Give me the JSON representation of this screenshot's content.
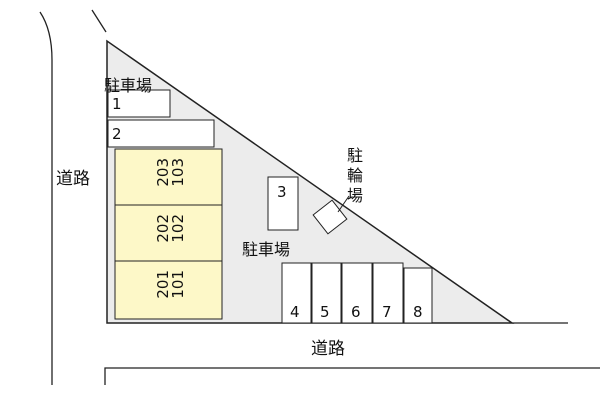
{
  "labels": {
    "road_left": "道路",
    "road_bottom": "道路",
    "parking_top": "駐車場",
    "parking_middle": "駐車場",
    "bicycle_parking": "駐輪場"
  },
  "parking_slots": [
    "1",
    "2",
    "3",
    "4",
    "5",
    "6",
    "7",
    "8"
  ],
  "units": [
    {
      "upper": "203",
      "lower": "103"
    },
    {
      "upper": "202",
      "lower": "102"
    },
    {
      "upper": "201",
      "lower": "101"
    }
  ],
  "colors": {
    "lot_fill": "#ececec",
    "unit_fill": "#fdf8c8",
    "line": "#222222"
  }
}
